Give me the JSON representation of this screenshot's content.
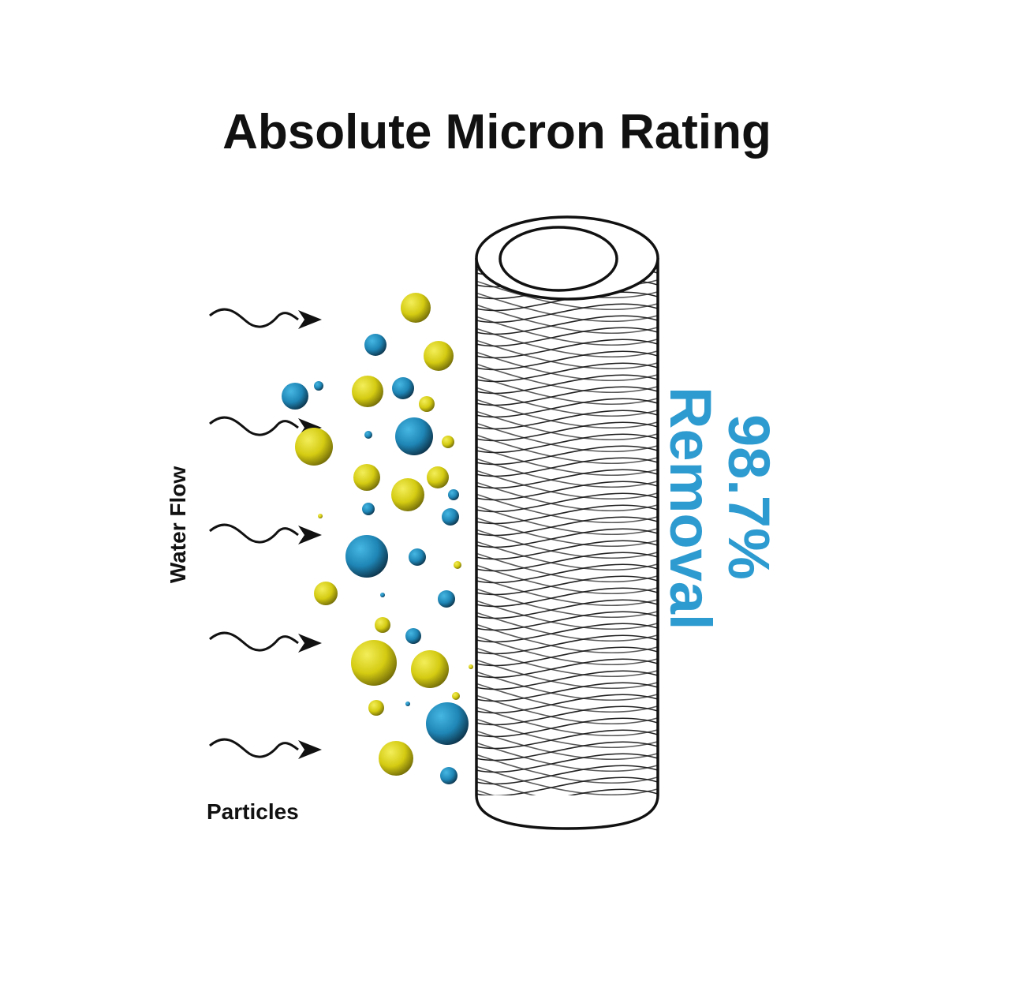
{
  "title": "Absolute Micron Rating",
  "labels": {
    "water_flow": "Water Flow",
    "particles": "Particles",
    "removal_percent": "98.7%",
    "removal_word": "Removal"
  },
  "colors": {
    "particle_yellow": "#d8cf16",
    "particle_blue": "#2290bf",
    "removal_text": "#2e9bd0",
    "line": "#111111"
  },
  "icons": [
    "wavy-arrow-icon",
    "filter-cartridge-icon",
    "particle-icon"
  ]
}
